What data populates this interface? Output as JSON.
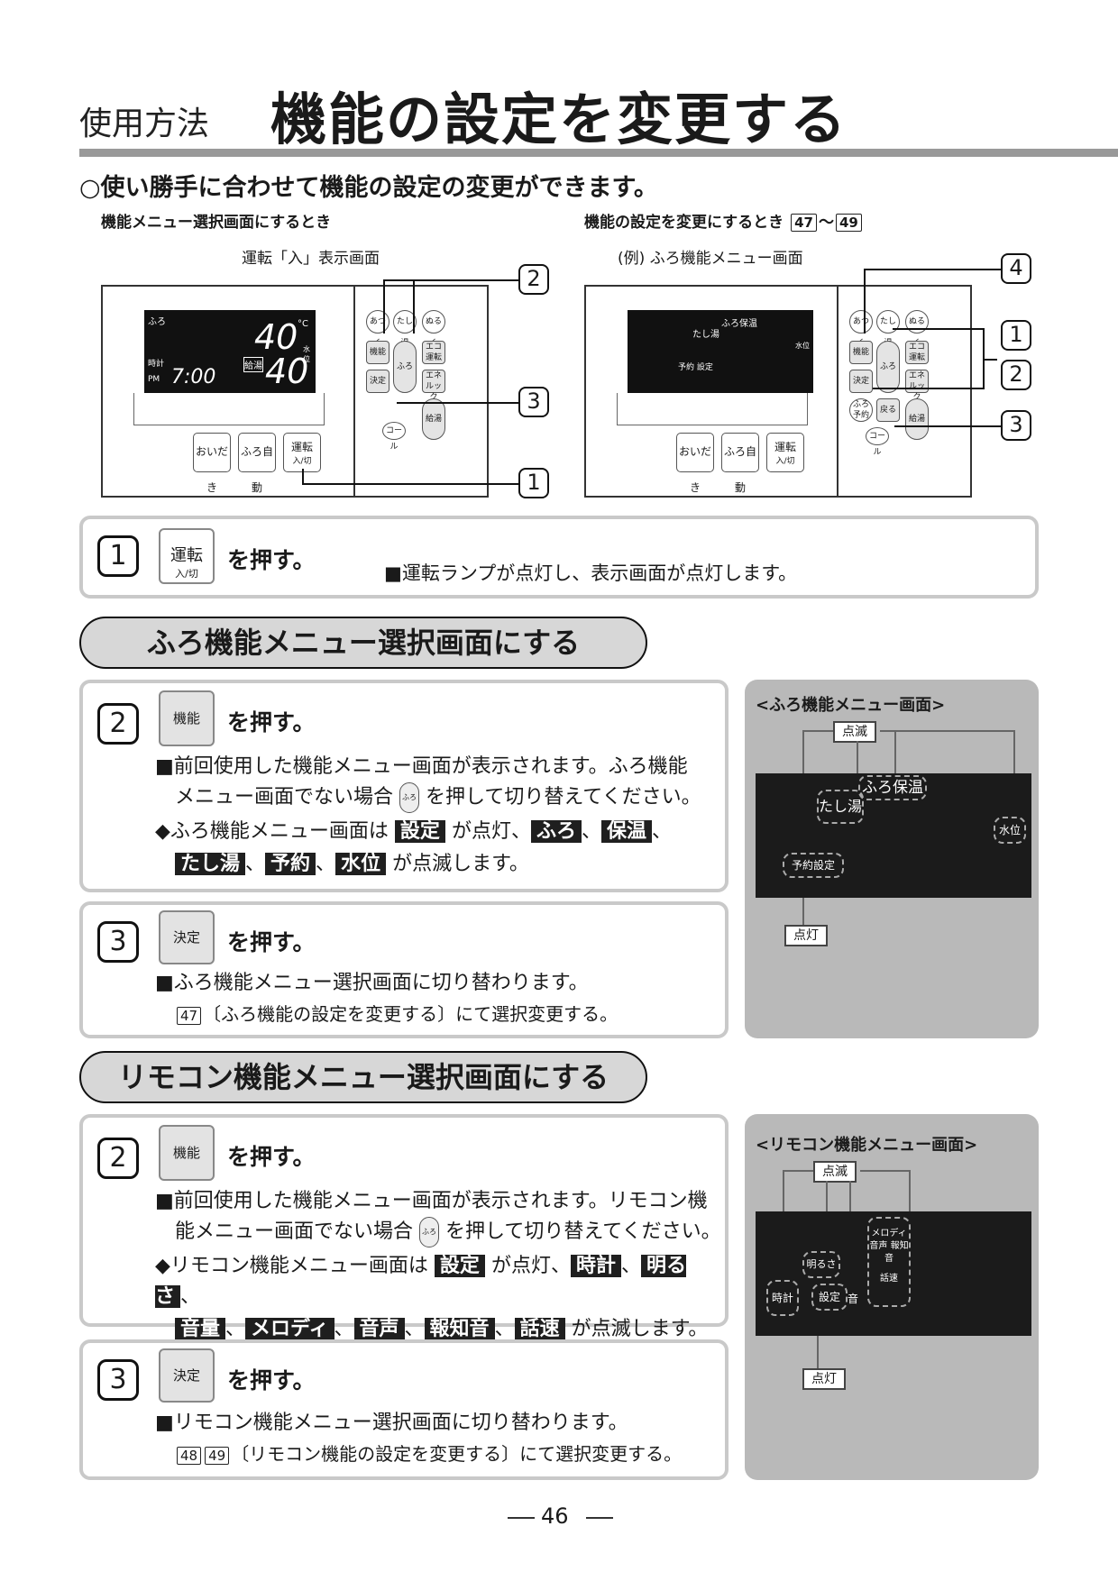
{
  "header": {
    "section": "使用方法",
    "title": "機能の設定を変更する"
  },
  "intro": "○使い勝手に合わせて機能の設定の変更ができます。",
  "diagram_left": {
    "caption": "機能メニュー選択画面にするとき",
    "screen_label": "運転「入」表示画面",
    "callouts": [
      "2",
      "3",
      "1"
    ],
    "lcd": {
      "furo": "ふろ",
      "temp1": "40",
      "unit": "°C",
      "jikoku": "時計",
      "pm": "PM",
      "time": "7:00",
      "kyuto": "給湯",
      "temp2": "40",
      "level": "水位"
    },
    "buttons": [
      "おいだき",
      "ふろ自動",
      "運転"
    ],
    "run_sub": "入/切"
  },
  "diagram_right": {
    "caption": "機能の設定を変更にするとき",
    "ref1": "47",
    "tilde": "～",
    "ref2": "49",
    "screen_label": "(例) ふろ機能メニュー画面",
    "callouts": [
      "4",
      "1",
      "2",
      "3"
    ],
    "lcd": {
      "furo_hoon": "ふろ保温",
      "tashiyu": "たし湯",
      "suii": "水位",
      "yoyaku": "予約 設定"
    },
    "buttons": [
      "おいだき",
      "ふろ自動",
      "運転"
    ],
    "run_sub": "入/切"
  },
  "remote_labels": {
    "atsuku": "あつく",
    "tashiyu": "たし湯",
    "nuruku": "ぬるく",
    "kino": "機能",
    "furo": "ふろ",
    "eco": "エコ運転",
    "kettei": "決定",
    "ene": "エネルック",
    "furo_yoyaku": "ふろ予約",
    "modoru": "戻る",
    "kyuto": "給湯",
    "call": "コール"
  },
  "step1": {
    "num": "1",
    "button_label": "運転",
    "button_sub": "入/切",
    "push": "を押す。",
    "note": "■運転ランプが点灯し、表示画面が点灯します。"
  },
  "section_furo": {
    "banner": "ふろ機能メニュー選択画面にする",
    "step2": {
      "num": "2",
      "button": "機能",
      "push": "を押す。",
      "line1": "■前回使用した機能メニュー画面が表示されます。ふろ機能",
      "line2a": "メニュー画面でない場合",
      "line2b": "を押して切り替えてください。",
      "line3a": "◆ふろ機能メニュー画面は",
      "hl_settei": "設定",
      "line3b": "が点灯、",
      "hl_furo": "ふろ",
      "hl_hoon": "保温",
      "hl_tashiyu": "たし湯",
      "hl_yoyaku": "予約",
      "hl_suii": "水位",
      "sep": "、",
      "line4b": "が点滅します。"
    },
    "step3": {
      "num": "3",
      "button": "決定",
      "push": "を押す。",
      "line1": "■ふろ機能メニュー選択画面に切り替わります。",
      "ref": "47",
      "line2": "〔ふろ機能の設定を変更する〕にて選択変更する。"
    },
    "panel": {
      "title": "<ふろ機能メニュー画面>",
      "tenmetsu": "点滅",
      "tento": "点灯",
      "furo_hoon": "ふろ保温",
      "tashiyu": "たし湯",
      "suii": "水位",
      "yoyaku_settei": "予約設定"
    }
  },
  "section_remocon": {
    "banner": "リモコン機能メニュー選択画面にする",
    "step2": {
      "num": "2",
      "button": "機能",
      "push": "を押す。",
      "line1": "■前回使用した機能メニュー画面が表示されます。リモコン機",
      "line2a": "能メニュー画面でない場合",
      "line2b": "を押して切り替えてください。",
      "line3a": "◆リモコン機能メニュー画面は",
      "hl_settei": "設定",
      "line3b": "が点灯、",
      "hl_tokei": "時計",
      "hl_akarusa": "明るさ",
      "hl_onryo": "音量",
      "hl_melody": "メロディ",
      "hl_onsei": "音声",
      "hl_hochion": "報知音",
      "hl_wasoku": "話速",
      "sep": "、",
      "line4b": "が点滅します。"
    },
    "step3": {
      "num": "3",
      "button": "決定",
      "push": "を押す。",
      "line1": "■リモコン機能メニュー選択画面に切り替わります。",
      "ref1": "48",
      "ref2": "49",
      "line2": "〔リモコン機能の設定を変更する〕にて選択変更する。"
    },
    "panel": {
      "title": "<リモコン機能メニュー画面>",
      "tenmetsu": "点滅",
      "tento": "点灯",
      "akarusa": "明るさ",
      "melody_group": "メロディ 音声 報知音",
      "wasoku": "話速",
      "tokei": "時計",
      "settei": "設定",
      "oto": "音"
    }
  },
  "arrow_button_label": "ふろ",
  "page_number": "46"
}
